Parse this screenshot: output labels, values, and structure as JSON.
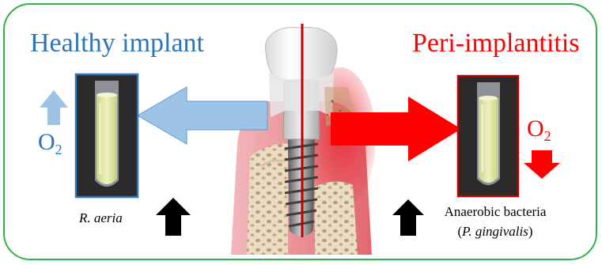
{
  "titles": {
    "healthy": "Healthy implant",
    "disease": "Peri-implantitis"
  },
  "oxygen": {
    "left_label": "O",
    "left_subscript": "2",
    "right_label": "O",
    "right_subscript": "2"
  },
  "bacteria": {
    "healthy_species": "R. aeria",
    "disease_line1": "Anaerobic bacteria",
    "disease_species_open": "(",
    "disease_species": "P. gingivalis",
    "disease_species_close": ")"
  },
  "colors": {
    "border": "#2fb14c",
    "healthy": "#2e75b6",
    "healthy_arrow": "#9dc3e6",
    "disease": "#ff0000",
    "divider": "#c00000",
    "gum": "#e8858b",
    "bone": "#e9ddc6",
    "crown": "#f2f2f2",
    "implant": "#8c8c8c",
    "culture_liquid": "#dfe7a8"
  },
  "icons": {
    "left_oxygen_arrow": "arrow-up-light-blue-icon",
    "right_oxygen_arrow": "arrow-down-red-icon",
    "left_bacteria_arrow": "arrow-up-black-icon",
    "right_bacteria_arrow": "arrow-up-black-icon"
  }
}
